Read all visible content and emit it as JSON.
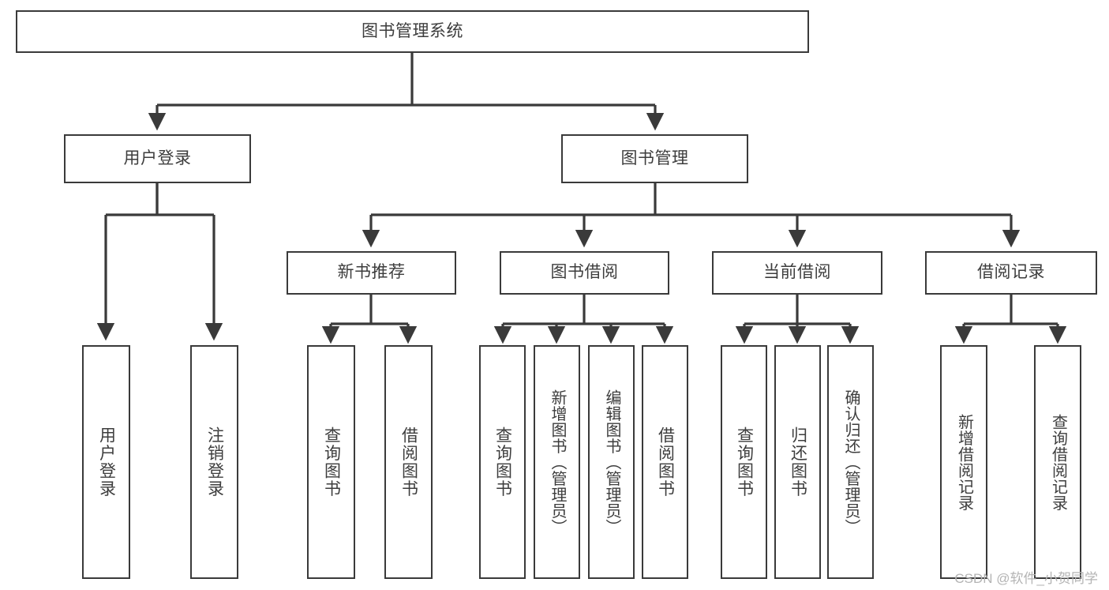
{
  "diagram": {
    "type": "hierarchy-tree",
    "title": "图书管理系统",
    "edge_color": "#3a3a3a",
    "node_border_color": "#3a3a3a",
    "node_fill_color": "#ffffff",
    "text_color": "#3d3d3d",
    "levels": [
      {
        "level": 1,
        "nodes": [
          {
            "id": "root",
            "label": "图书管理系统",
            "orientation": "horizontal"
          }
        ]
      },
      {
        "level": 2,
        "nodes": [
          {
            "id": "user-login",
            "label": "用户登录",
            "orientation": "horizontal"
          },
          {
            "id": "book-manage",
            "label": "图书管理",
            "orientation": "horizontal"
          }
        ]
      },
      {
        "level": 3,
        "nodes": [
          {
            "id": "new-book-rec",
            "label": "新书推荐",
            "orientation": "horizontal"
          },
          {
            "id": "book-borrow",
            "label": "图书借阅",
            "orientation": "horizontal"
          },
          {
            "id": "current-borrow",
            "label": "当前借阅",
            "orientation": "horizontal"
          },
          {
            "id": "borrow-record",
            "label": "借阅记录",
            "orientation": "horizontal"
          }
        ]
      },
      {
        "level": 4,
        "nodes": [
          {
            "id": "leaf-user-login",
            "label": "用户登录",
            "orientation": "vertical",
            "parent": "user-login"
          },
          {
            "id": "leaf-user-logout",
            "label": "注销登录",
            "orientation": "vertical",
            "parent": "user-login"
          },
          {
            "id": "leaf-rec-query",
            "label": "查询图书",
            "orientation": "vertical",
            "parent": "new-book-rec"
          },
          {
            "id": "leaf-rec-borrow",
            "label": "借阅图书",
            "orientation": "vertical",
            "parent": "new-book-rec"
          },
          {
            "id": "leaf-borrow-query",
            "label": "查询图书",
            "orientation": "vertical",
            "parent": "book-borrow"
          },
          {
            "id": "leaf-borrow-add",
            "label": "新增图书（管理员）",
            "orientation": "vertical",
            "parent": "book-borrow"
          },
          {
            "id": "leaf-borrow-edit",
            "label": "编辑图书（管理员）",
            "orientation": "vertical",
            "parent": "book-borrow"
          },
          {
            "id": "leaf-borrow-lend",
            "label": "借阅图书",
            "orientation": "vertical",
            "parent": "book-borrow"
          },
          {
            "id": "leaf-current-query",
            "label": "查询图书",
            "orientation": "vertical",
            "parent": "current-borrow"
          },
          {
            "id": "leaf-current-return",
            "label": "归还图书",
            "orientation": "vertical",
            "parent": "current-borrow"
          },
          {
            "id": "leaf-current-confirm",
            "label": "确认归还（管理员）",
            "orientation": "vertical",
            "parent": "current-borrow"
          },
          {
            "id": "leaf-record-add",
            "label": "新增借阅记录",
            "orientation": "vertical",
            "parent": "borrow-record"
          },
          {
            "id": "leaf-record-query",
            "label": "查询借阅记录",
            "orientation": "vertical",
            "parent": "borrow-record"
          }
        ]
      }
    ]
  },
  "watermark": {
    "text": "CSDN @软件_小贺同学"
  }
}
